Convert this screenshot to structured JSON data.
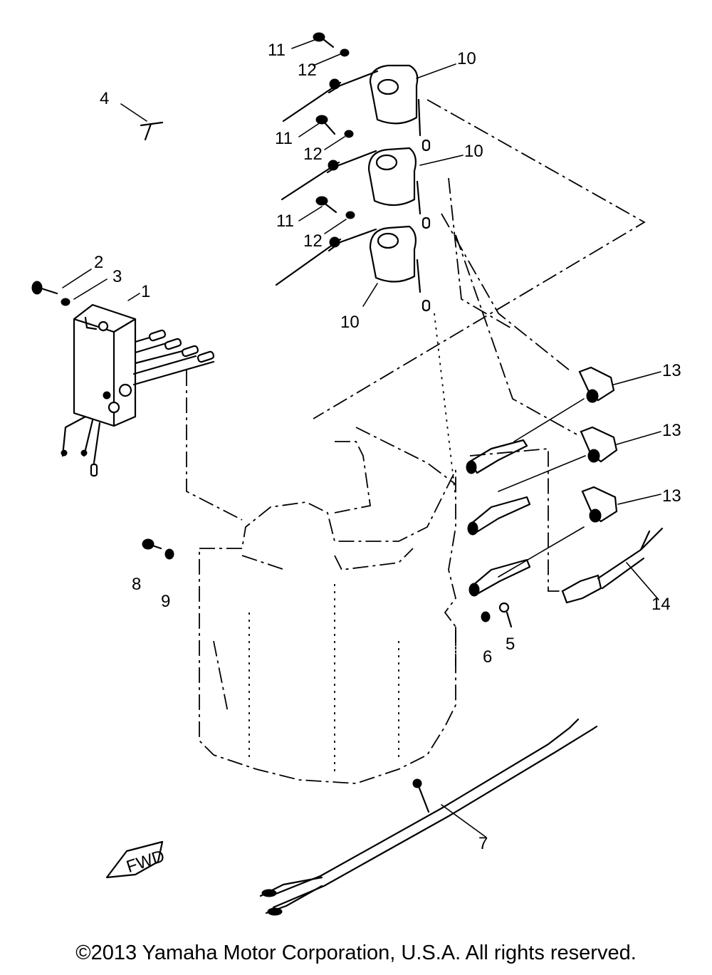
{
  "callouts": {
    "c1": "1",
    "c2": "2",
    "c3": "3",
    "c4": "4",
    "c5": "5",
    "c6": "6",
    "c7": "7",
    "c8": "8",
    "c9": "9",
    "c10a": "10",
    "c10b": "10",
    "c10c": "10",
    "c11a": "11",
    "c11b": "11",
    "c11c": "11",
    "c12a": "12",
    "c12b": "12",
    "c12c": "12",
    "c13a": "13",
    "c13b": "13",
    "c13c": "13",
    "c14": "14"
  },
  "fwd_mark": "FWD",
  "copyright": "©2013 Yamaha Motor Corporation, U.S.A. All rights reserved."
}
